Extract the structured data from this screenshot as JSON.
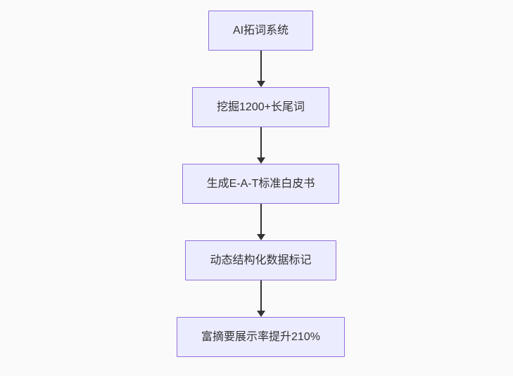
{
  "diagram": {
    "type": "flowchart-vertical",
    "nodes": [
      {
        "id": "node-1",
        "label": "AI拓词系统"
      },
      {
        "id": "node-2",
        "label": "挖掘1200+长尾词"
      },
      {
        "id": "node-3",
        "label": "生成E-A-T标准白皮书"
      },
      {
        "id": "node-4",
        "label": "动态结构化数据标记"
      },
      {
        "id": "node-5",
        "label": "富摘要展示率提升210%"
      }
    ],
    "edges": [
      {
        "from": "node-1",
        "to": "node-2"
      },
      {
        "from": "node-2",
        "to": "node-3"
      },
      {
        "from": "node-3",
        "to": "node-4"
      },
      {
        "from": "node-4",
        "to": "node-5"
      }
    ],
    "colors": {
      "node_fill": "#ececff",
      "node_border": "#9370db",
      "arrow": "#333333",
      "text": "#333333",
      "background": "#fafafa"
    }
  }
}
